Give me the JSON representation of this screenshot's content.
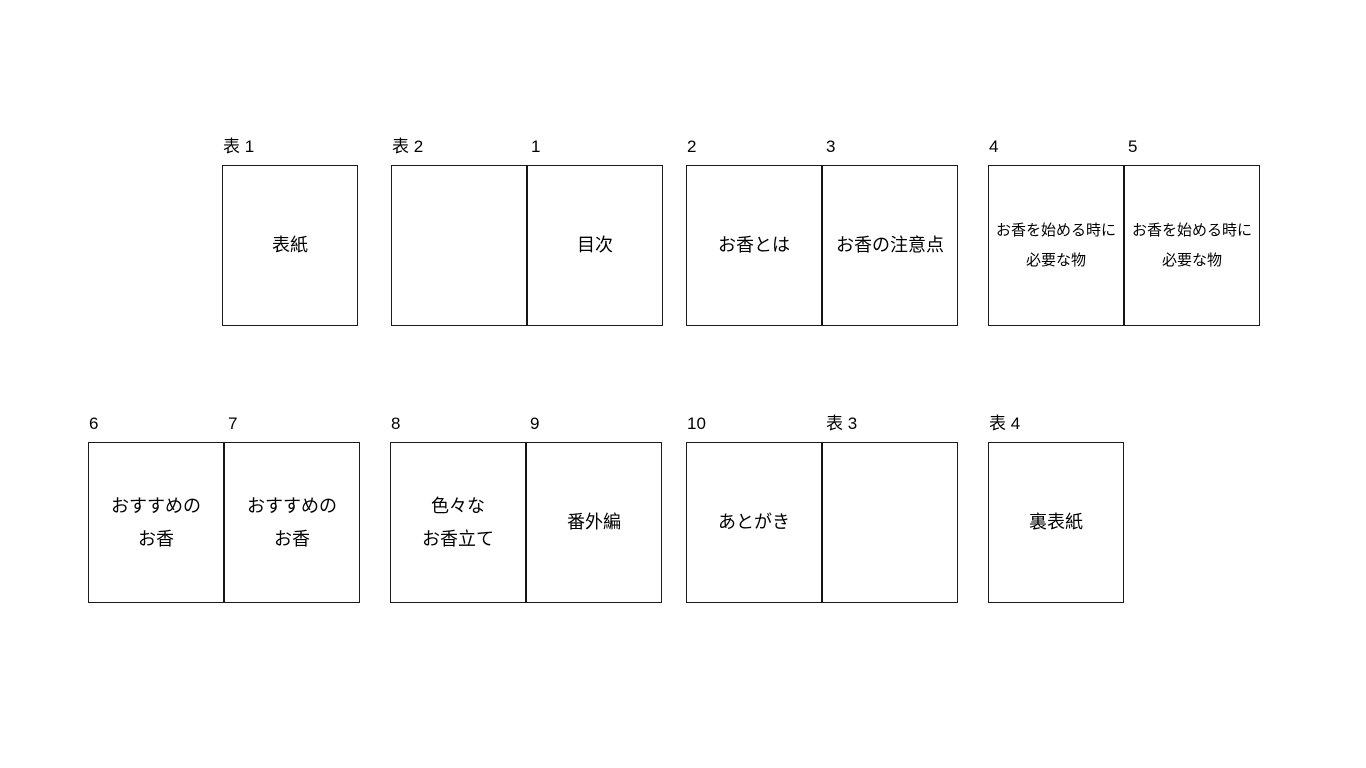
{
  "diagram_title": "booklet-page-plan",
  "colors": {
    "background": "#ffffff",
    "line": "#1b1b1b",
    "text": "#000000"
  },
  "groups": [
    {
      "name": "front-cover",
      "pages": [
        {
          "page_label": "表 1",
          "text": "表紙"
        }
      ]
    },
    {
      "name": "inside-front-cover-and-page-1",
      "pages": [
        {
          "page_label": "表 2",
          "text": ""
        },
        {
          "page_label": "1",
          "text": "目次"
        }
      ]
    },
    {
      "name": "pages-2-3",
      "pages": [
        {
          "page_label": "2",
          "text": "お香とは"
        },
        {
          "page_label": "3",
          "text": "お香の注意点"
        }
      ]
    },
    {
      "name": "pages-4-5",
      "pages": [
        {
          "page_label": "4",
          "text": "お香を始める時に\n必要な物"
        },
        {
          "page_label": "5",
          "text": "お香を始める時に\n必要な物"
        }
      ]
    },
    {
      "name": "pages-6-7",
      "pages": [
        {
          "page_label": "6",
          "text": "おすすめの\nお香"
        },
        {
          "page_label": "7",
          "text": "おすすめの\nお香"
        }
      ]
    },
    {
      "name": "pages-8-9",
      "pages": [
        {
          "page_label": "8",
          "text": "色々な\nお香立て"
        },
        {
          "page_label": "9",
          "text": "番外編"
        }
      ]
    },
    {
      "name": "page-10-and-inside-back-cover",
      "pages": [
        {
          "page_label": "10",
          "text": "あとがき"
        },
        {
          "page_label": "表 3",
          "text": ""
        }
      ]
    },
    {
      "name": "back-cover",
      "pages": [
        {
          "page_label": "表 4",
          "text": "裏表紙"
        }
      ]
    }
  ]
}
